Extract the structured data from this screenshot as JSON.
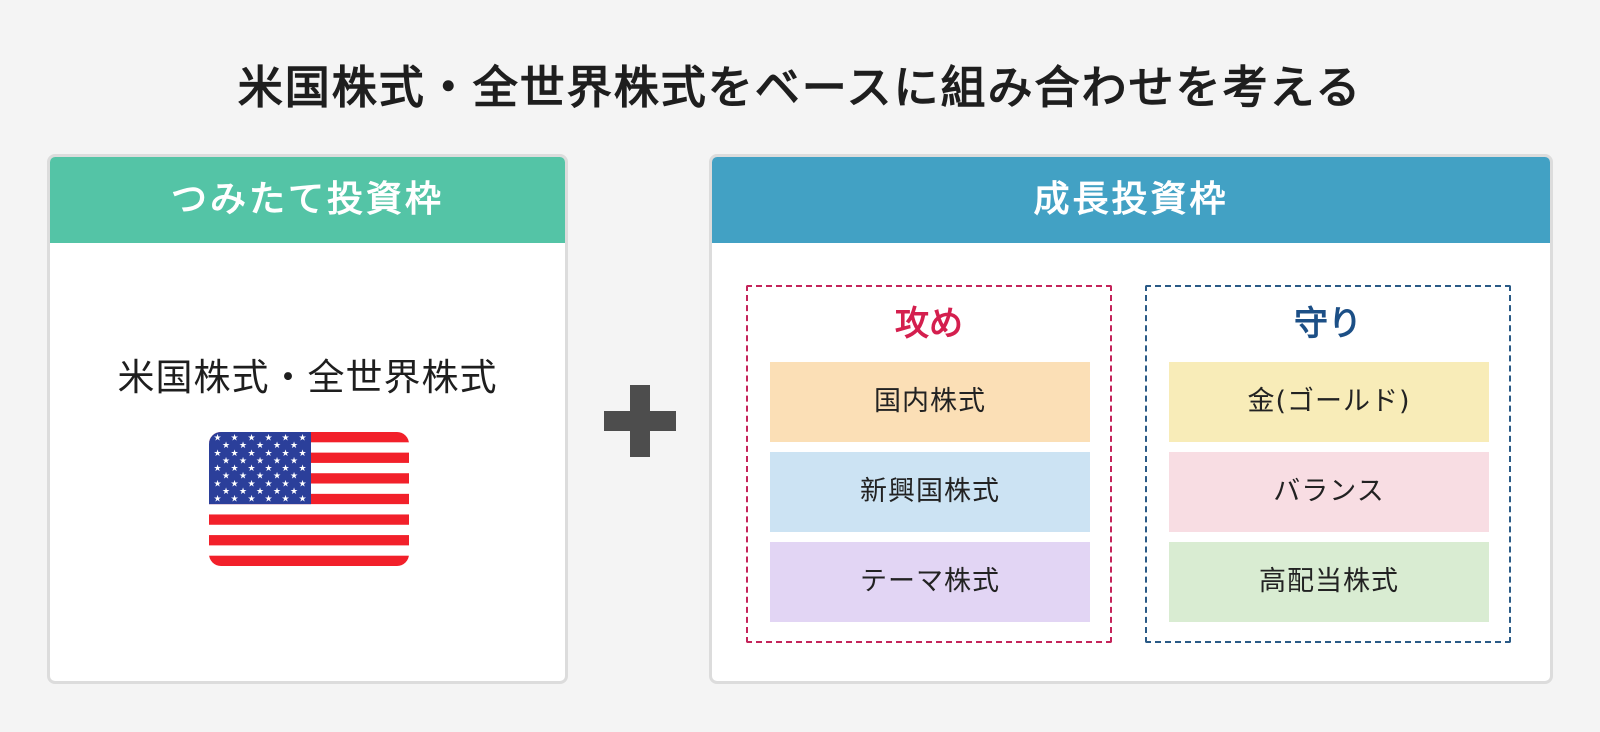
{
  "title": "米国株式・全世界株式をベースに組み合わせを考える",
  "left_panel": {
    "header": "つみたて投資枠",
    "label": "米国株式・全世界株式",
    "flag_icon": "us-flag-icon"
  },
  "plus_icon": "plus-icon",
  "right_panel": {
    "header": "成長投資枠",
    "groups": [
      {
        "title": "攻め",
        "border_color": "#c4245a",
        "title_color": "#d41f4e",
        "items": [
          {
            "label": "国内株式",
            "color": "#fbdfb6"
          },
          {
            "label": "新興国株式",
            "color": "#cce3f3"
          },
          {
            "label": "テーマ株式",
            "color": "#e2d5f4"
          }
        ]
      },
      {
        "title": "守り",
        "border_color": "#2a5a86",
        "title_color": "#1c4f86",
        "items": [
          {
            "label": "金(ゴールド)",
            "color": "#f8ecb8"
          },
          {
            "label": "バランス",
            "color": "#f8dde3"
          },
          {
            "label": "高配当株式",
            "color": "#d9ecd2"
          }
        ]
      }
    ]
  },
  "colors": {
    "left_header": "#54c4a6",
    "right_header": "#42a1c4",
    "plus": "#4d4d4d",
    "background": "#f4f4f4"
  }
}
